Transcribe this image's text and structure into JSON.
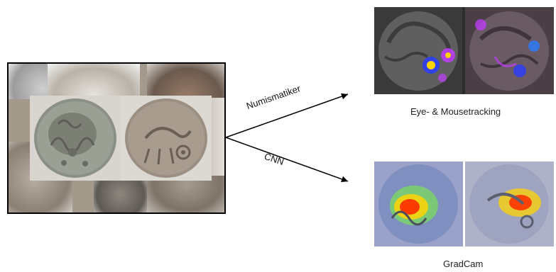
{
  "diagram": {
    "left_image": {
      "description_icon": "coin-collage"
    },
    "edges": [
      {
        "label": "Numismatiker"
      },
      {
        "label": "CNN"
      }
    ],
    "outputs": [
      {
        "caption": "Eye- & Mousetracking"
      },
      {
        "caption": "GradCam"
      }
    ]
  },
  "colors": {
    "background": "#ffffff",
    "frame": "#000000",
    "heat_hot": "#ff2a00",
    "heat_mid": "#ffd400",
    "heat_cool": "#2a7cff",
    "gaze_blue": "#2a3cff",
    "gaze_magenta": "#c13cff"
  }
}
